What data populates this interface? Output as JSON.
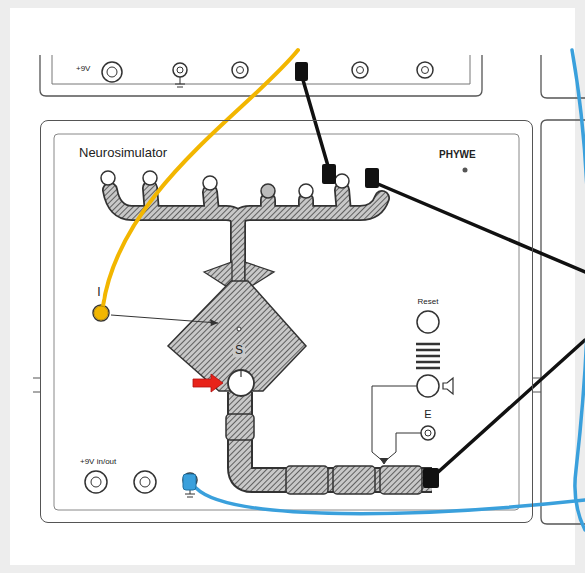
{
  "diagram": {
    "nodes": [
      {
        "text": [
          "Neurosimulator",
          "PHYWE"
        ]
      },
      {
        "text": [
          "S"
        ],
        "in": 0
      }
    ],
    "labels": [
      "+9V",
      "I",
      "Reset",
      "E",
      "+9V in/out"
    ]
  }
}
